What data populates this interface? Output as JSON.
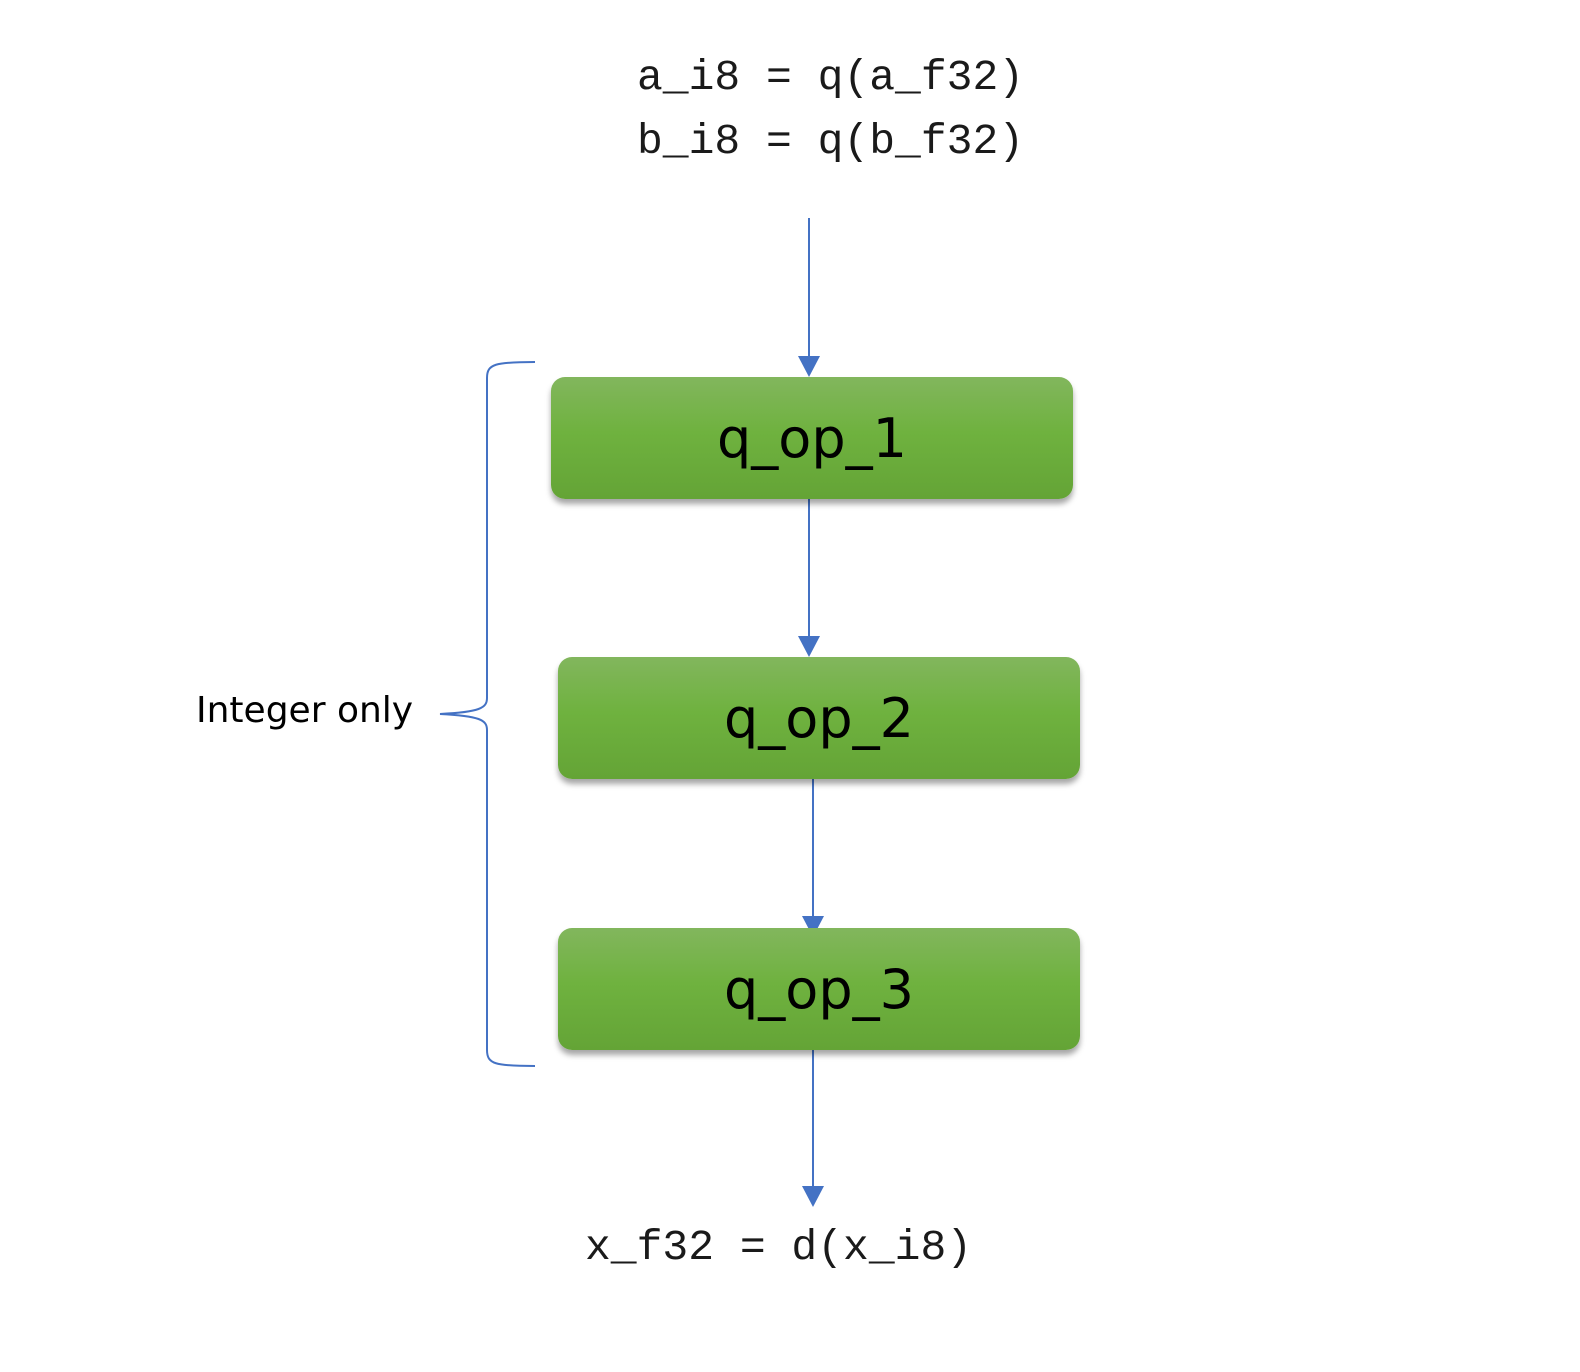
{
  "inputs": {
    "line1": "a_i8 = q(a_f32)",
    "line2": "b_i8 = q(b_f32)"
  },
  "ops": [
    {
      "label": "q_op_1"
    },
    {
      "label": "q_op_2"
    },
    {
      "label": "q_op_3"
    }
  ],
  "output": {
    "line": "x_f32 = d(x_i8)"
  },
  "brace": {
    "label": "Integer only"
  },
  "colors": {
    "box_fill": "#6fb23f",
    "arrow": "#4472c4",
    "brace": "#4472c4"
  }
}
